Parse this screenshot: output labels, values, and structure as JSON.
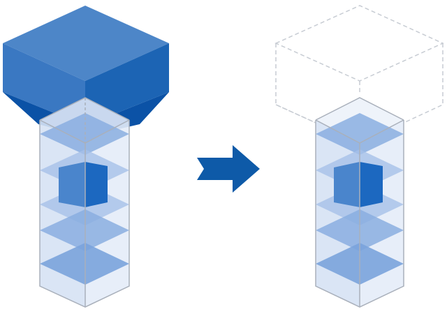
{
  "diagram": {
    "left_group": {
      "top_block": "solid",
      "column_slabs": 5,
      "inner_cube_slab": 2
    },
    "right_group": {
      "top_block": "dashed-outline",
      "column_slabs": 5,
      "inner_cube_slab": 2
    },
    "arrow_direction": "right"
  },
  "colors": {
    "block_top": "#4d86c8",
    "block_left": "#3a78c2",
    "block_right": "#1c64b4",
    "block_bottom": "#0b52a6",
    "column_glass": "#d6e2f4",
    "column_edge": "#a9b0bb",
    "slab": "#8aaee0",
    "cube_front": "#4a85cc",
    "cube_side": "#1c68c0",
    "arrow": "#0e5aa8",
    "dashed_outline": "#c7ccd3"
  }
}
